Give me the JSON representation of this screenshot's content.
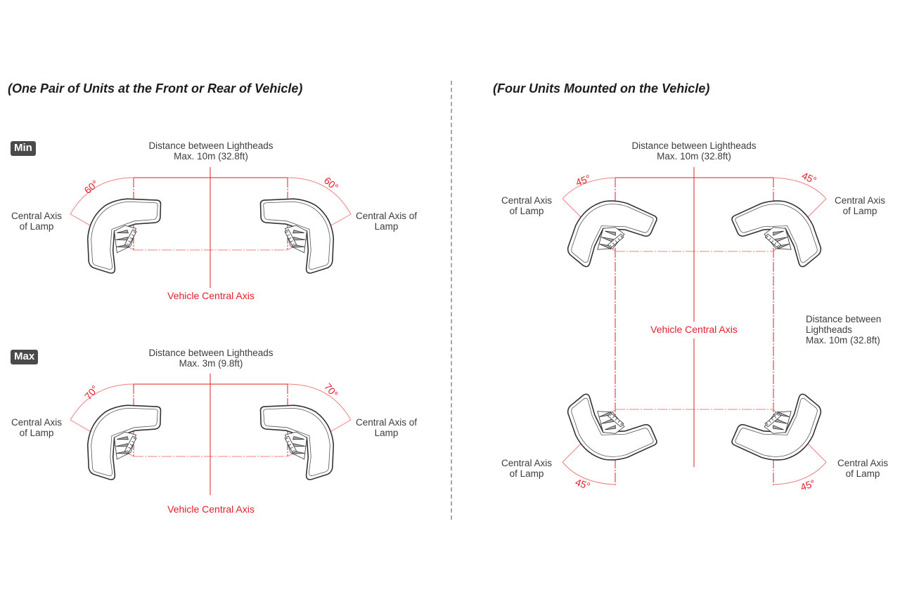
{
  "left_panel": {
    "title": "(One Pair of Units at the Front or Rear of Vehicle)",
    "min": {
      "badge": "Min",
      "distance_line1": "Distance between Lightheads",
      "distance_line2": "Max. 10m (32.8ft)",
      "angle_left": "60°",
      "angle_right": "60°",
      "axis_left_line1": "Central Axis",
      "axis_left_line2": "of Lamp",
      "axis_right_line1": "Central Axis of",
      "axis_right_line2": "Lamp",
      "vehicle_axis": "Vehicle Central Axis"
    },
    "max": {
      "badge": "Max",
      "distance_line1": "Distance between Lightheads",
      "distance_line2": "Max. 3m (9.8ft)",
      "angle_left": "70°",
      "angle_right": "70°",
      "axis_left_line1": "Central Axis",
      "axis_left_line2": "of Lamp",
      "axis_right_line1": "Central Axis of",
      "axis_right_line2": "Lamp",
      "vehicle_axis": "Vehicle Central Axis"
    }
  },
  "right_panel": {
    "title": "(Four Units Mounted on the Vehicle)",
    "distance_top_line1": "Distance between Lightheads",
    "distance_top_line2": "Max. 10m (32.8ft)",
    "distance_side_line1": "Distance between",
    "distance_side_line2": "Lightheads",
    "distance_side_line3": "Max. 10m (32.8ft)",
    "vehicle_axis": "Vehicle Central Axis",
    "angles": {
      "top_left": "45°",
      "top_right": "45°",
      "bottom_left": "45°",
      "bottom_right": "45°"
    },
    "axis_labels": {
      "top_left_line1": "Central Axis",
      "top_left_line2": "of Lamp",
      "top_right_line1": "Central Axis",
      "top_right_line2": "of Lamp",
      "bottom_left_line1": "Central Axis",
      "bottom_left_line2": "of Lamp",
      "bottom_right_line1": "Central Axis",
      "bottom_right_line2": "of Lamp"
    }
  },
  "colors": {
    "accent_red": "#e0202a",
    "light_red": "#f08080",
    "badge_bg": "#4a4a4a",
    "outline": "#3a3a3a",
    "divider": "#a8a8a8"
  }
}
